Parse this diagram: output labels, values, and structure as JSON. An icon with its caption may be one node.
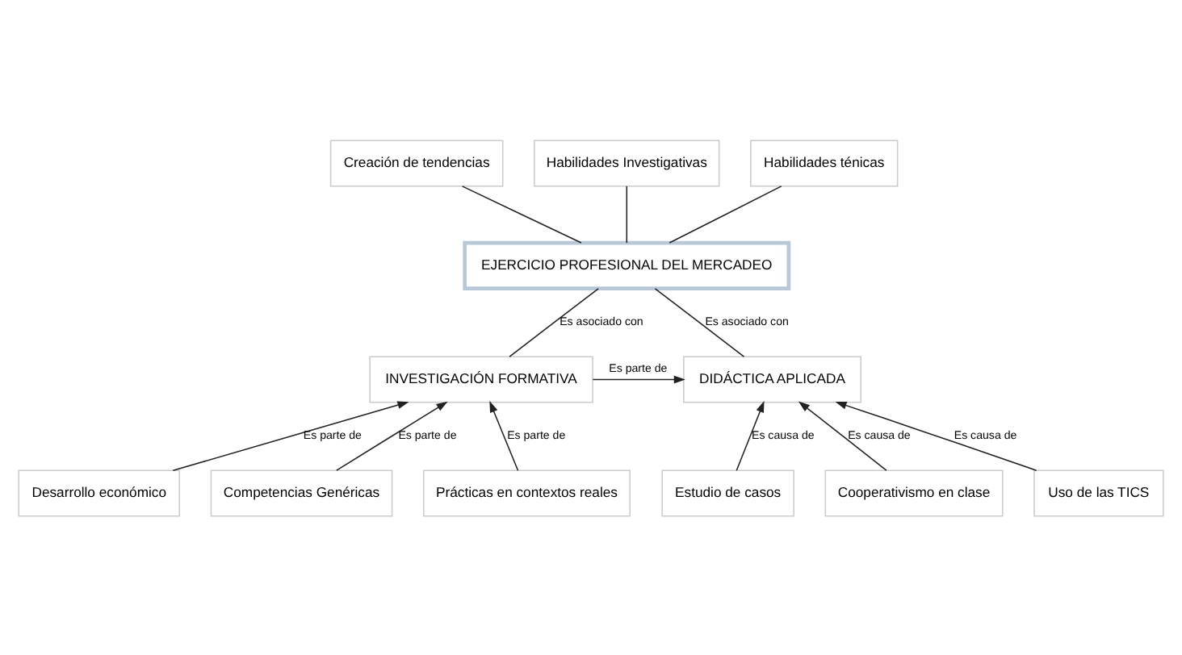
{
  "diagram": {
    "nodes": [
      {
        "text": [
          "Creación de tendencias"
        ]
      },
      {
        "text": [
          "Habilidades Investigativas"
        ]
      },
      {
        "text": [
          "Habilidades ténicas"
        ]
      },
      {
        "text": [
          "EJERCICIO PROFESIONAL DEL MERCADEO"
        ]
      },
      {
        "text": [
          "INVESTIGACIÓN FORMATIVA"
        ]
      },
      {
        "text": [
          "DIDÁCTICA APLICADA"
        ]
      },
      {
        "text": [
          "Estudio de casos"
        ]
      },
      {
        "text": [
          "Desarrollo económico"
        ]
      },
      {
        "text": [
          "Competencias Genéricas"
        ]
      },
      {
        "text": [
          "Prácticas en contextos reales"
        ]
      },
      {
        "text": [
          "Cooperativismo en clase"
        ]
      },
      {
        "text": [
          "Uso de las TICS"
        ]
      }
    ],
    "edges": [
      {
        "from": 0,
        "to": 3,
        "arrow": "none"
      },
      {
        "from": 1,
        "to": 3,
        "arrow": "none"
      },
      {
        "from": 2,
        "to": 3,
        "arrow": "none"
      },
      {
        "from": 3,
        "to": 4,
        "arrow": "none",
        "label": "Es asociado con"
      },
      {
        "from": 3,
        "to": 5,
        "arrow": "none",
        "label": "Es asociado con"
      },
      {
        "from": 4,
        "to": 5,
        "arrow": "to",
        "label": "Es parte de"
      },
      {
        "from": 6,
        "to": 5,
        "arrow": "to",
        "label": "Es causa de"
      },
      {
        "from": 7,
        "to": 4,
        "arrow": "to",
        "label": "Es parte de"
      },
      {
        "from": 8,
        "to": 4,
        "arrow": "to",
        "label": "Es parte de"
      },
      {
        "from": 9,
        "to": 4,
        "arrow": "to",
        "label": "Es parte de"
      },
      {
        "from": 10,
        "to": 5,
        "arrow": "to",
        "label": "Es causa de"
      },
      {
        "from": 11,
        "to": 5,
        "arrow": "to",
        "label": "Es causa de"
      }
    ]
  }
}
